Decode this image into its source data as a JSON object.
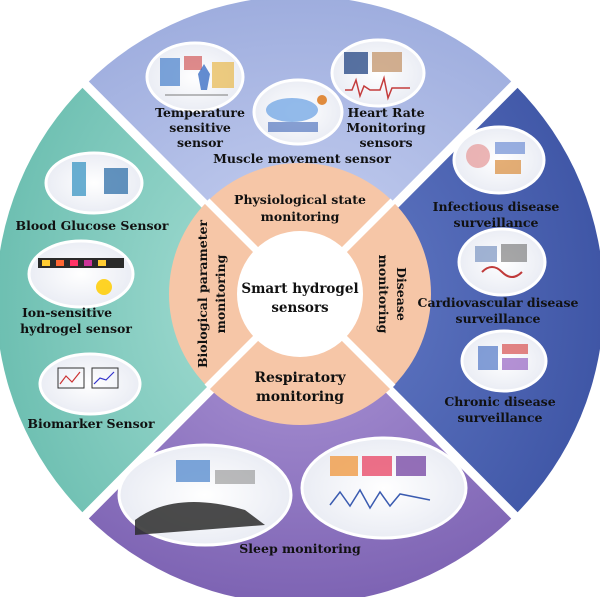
{
  "center": {
    "line1": "Smart hydrogel",
    "line2": "sensors"
  },
  "ring": {
    "top_line1": "Physiological state",
    "top_line2": "monitoring",
    "right_line1": "Disease",
    "right_line2": "monitoring",
    "bottom_line1": "Respiratory",
    "bottom_line2": "monitoring",
    "left_line1": "Biological parameter",
    "left_line2": "monitoring"
  },
  "quadrants": {
    "top": {
      "temperature_line1": "Temperature",
      "temperature_line2": "sensitive",
      "temperature_line3": "sensor",
      "heart_line1": "Heart Rate",
      "heart_line2": "Monitoring",
      "heart_line3": "sensors",
      "muscle": "Muscle movement  sensor"
    },
    "right": {
      "infectious_line1": "Infectious disease",
      "infectious_line2": "surveillance",
      "cardio_line1": "Cardiovascular disease",
      "cardio_line2": "surveillance",
      "chronic_line1": "Chronic disease",
      "chronic_line2": "surveillance"
    },
    "left": {
      "glucose": "Blood Glucose Sensor",
      "ion_line1": "Ion-sensitive",
      "ion_line2": "hydrogel sensor",
      "biomarker": "Biomarker Sensor"
    },
    "bottom": {
      "sleep": "Sleep monitoring"
    }
  },
  "colors": {
    "top_quadrant": "#a9b7e3",
    "right_quadrant": "#4c63b1",
    "bottom_quadrant": "#8f76c0",
    "left_quadrant": "#7fcbbf",
    "ring": "#f6c7a9",
    "center": "#ffffff"
  }
}
